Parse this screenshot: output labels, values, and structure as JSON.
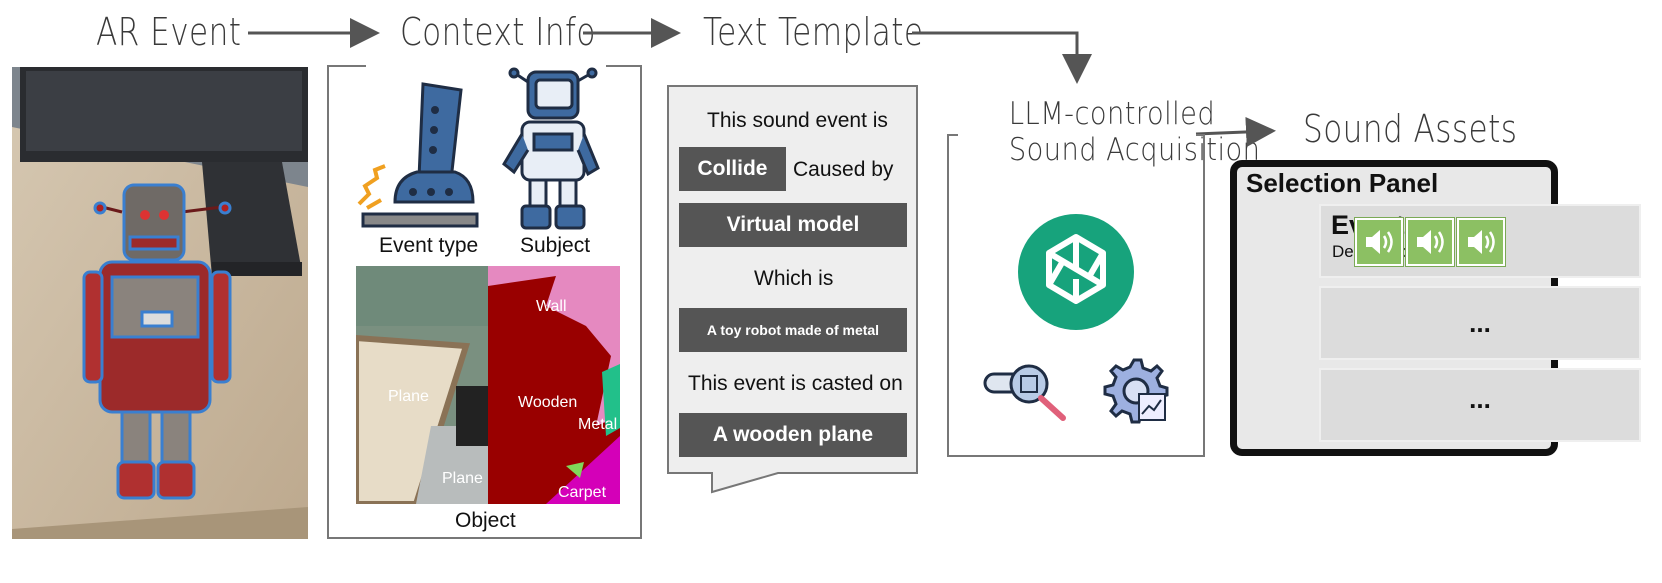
{
  "stages": {
    "ar_event": "AR Event",
    "context_info": "Context Info",
    "text_template": "Text Template",
    "llm": [
      "LLM-controlled",
      "Sound Acquisition"
    ],
    "sound_assets": "Sound Assets"
  },
  "context": {
    "event_type_label": "Event type",
    "subject_label": "Subject",
    "object_label": "Object",
    "segments": {
      "plane_left": "Plane",
      "plane_bottom": "Plane",
      "wall": "Wall",
      "wooden": "Wooden",
      "metal": "Metal",
      "carpet": "Carpet"
    }
  },
  "template": {
    "line1": "This sound event is",
    "event_value": "Collide",
    "caused_by": "Caused by",
    "subject_value": "Virtual model",
    "which_is": "Which is",
    "description_value": "A toy robot made of metal",
    "casted_on": "This event is casted on",
    "target_value": "A wooden plane"
  },
  "panel": {
    "title": "Selection Panel",
    "event_label": "Event",
    "description_label": "Description",
    "ellipsis_1": "...",
    "ellipsis_2": "..."
  },
  "colors": {
    "accent_dark": "#555555",
    "speaker_green": "#8cc063",
    "openai_green": "#17a37c",
    "robot_blue": "#3e6aa0",
    "wooden_red": "#990000",
    "wall_pink": "#e589c0",
    "metal_green": "#22c08a",
    "carpet_magenta": "#d400b8"
  }
}
